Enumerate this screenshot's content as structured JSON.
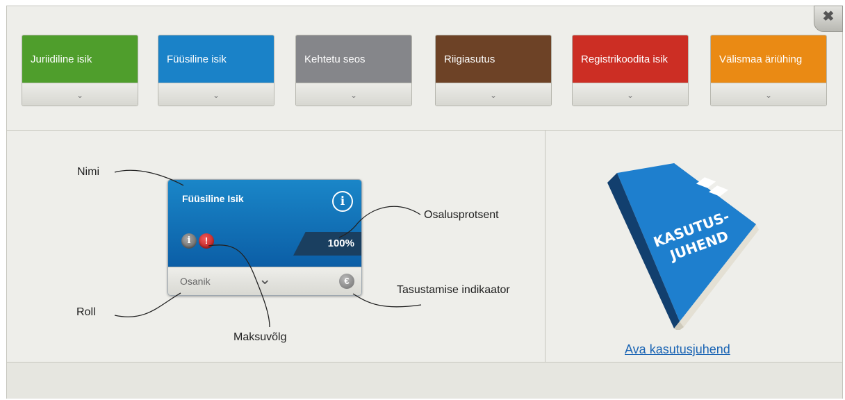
{
  "window": {
    "close_label": "✖"
  },
  "tiles": [
    {
      "label": "Juriidiline isik",
      "color": "#4f9e2c",
      "chevron": "⌄"
    },
    {
      "label": "Füüsiline isik",
      "color": "#1a82c8",
      "chevron": "⌄"
    },
    {
      "label": "Kehtetu seos",
      "color": "#85868a",
      "chevron": "⌄"
    },
    {
      "label": "Riigiasutus",
      "color": "#6d4226",
      "chevron": "⌄"
    },
    {
      "label": "Registrikoodita isik",
      "color": "#cc2e24",
      "chevron": "⌄"
    },
    {
      "label": "Välismaa äriühing",
      "color": "#ea8a14",
      "chevron": "⌄"
    }
  ],
  "legend": {
    "card": {
      "name": "Füüsiline Isik",
      "info_icon": "i",
      "status_info": "i",
      "status_debt": "!",
      "percent": "100%",
      "role": "Osanik",
      "chevron": "⌄",
      "euro": "€"
    },
    "callouts": {
      "name": "Nimi",
      "percent": "Osalusprotsent",
      "payment": "Tasustamise indikaator",
      "role": "Roll",
      "debt": "Maksuvõlg"
    }
  },
  "manual": {
    "book_title_line1": "KASUTUS-",
    "book_title_line2": "JUHEND",
    "link": "Ava kasutusjuhend"
  }
}
